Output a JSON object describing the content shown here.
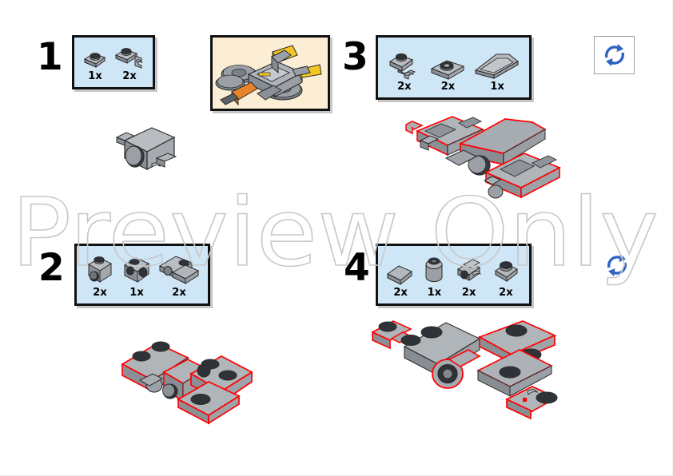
{
  "page": {
    "watermark": "Preview Only",
    "background_color": "#ffffff",
    "parts_box_fill": "#cfe6f7",
    "preview_box_fill": "#fbeed4",
    "highlight_color": "#ff0000",
    "brick_color": "#9fa4aa",
    "accent_blue": "#2f63c4"
  },
  "steps": [
    {
      "number": "1",
      "parts": [
        {
          "qty": "1x",
          "icon": "plate-1x1-stud"
        },
        {
          "qty": "2x",
          "icon": "plate-with-vertical-clip"
        }
      ]
    },
    {
      "number": "2",
      "parts": [
        {
          "qty": "2x",
          "icon": "headlight-brick"
        },
        {
          "qty": "1x",
          "icon": "bracket-brick"
        },
        {
          "qty": "2x",
          "icon": "angled-plate-pair"
        }
      ]
    },
    {
      "number": "3",
      "parts": [
        {
          "qty": "2x",
          "icon": "plate-with-horizontal-clip"
        },
        {
          "qty": "2x",
          "icon": "plate-1x2-ring-stud"
        },
        {
          "qty": "1x",
          "icon": "wedge-plate-large"
        }
      ]
    },
    {
      "number": "4",
      "parts": [
        {
          "qty": "2x",
          "icon": "tile-1x2"
        },
        {
          "qty": "1x",
          "icon": "round-brick-1x1"
        },
        {
          "qty": "2x",
          "icon": "clip-plate-small"
        },
        {
          "qty": "2x",
          "icon": "round-plate-stud"
        }
      ]
    }
  ],
  "model_preview": {
    "icon": "finished-spaceship-model",
    "description": "Completed gray starfighter with yellow wing tips and orange engine"
  },
  "controls": [
    {
      "icon": "refresh-icon",
      "label": "Reset view"
    },
    {
      "icon": "refresh-icon",
      "label": "Reset view"
    }
  ]
}
